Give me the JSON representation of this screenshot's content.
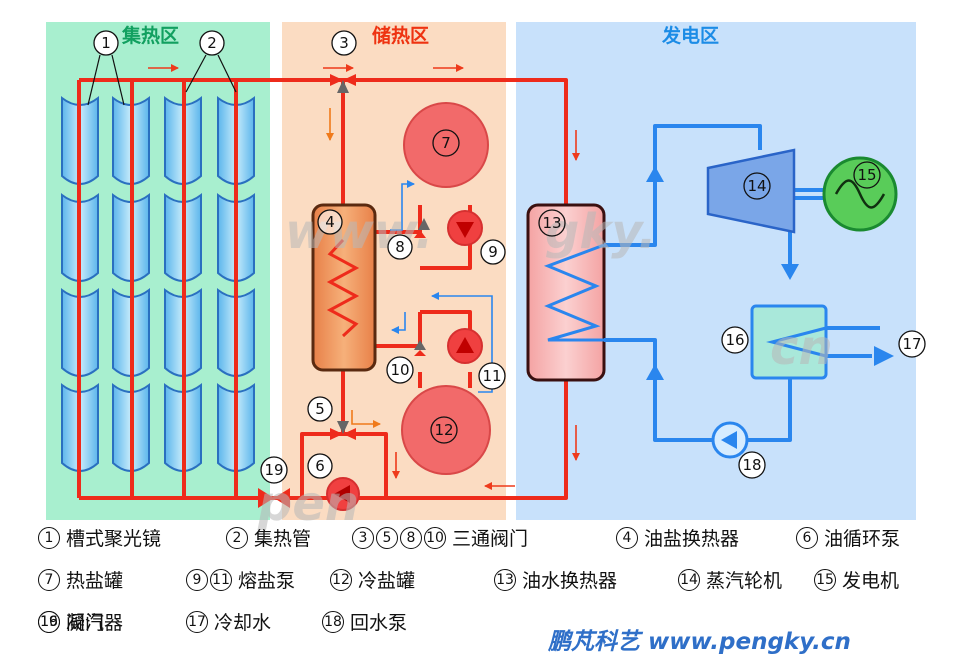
{
  "zones": {
    "collector": "集热区",
    "storage": "储热区",
    "power": "发电区"
  },
  "labels": {
    "n1": "1",
    "n2": "2",
    "n3": "3",
    "n4": "4",
    "n5": "5",
    "n6": "6",
    "n7": "7",
    "n8": "8",
    "n9": "9",
    "n10": "10",
    "n11": "11",
    "n12": "12",
    "n13": "13",
    "n14": "14",
    "n15": "15",
    "n16": "16",
    "n17": "17",
    "n18": "18",
    "n19": "19"
  },
  "legend": [
    [
      {
        "nums": [
          "1"
        ],
        "text": "槽式聚光镜"
      },
      {
        "nums": [
          "2"
        ],
        "text": "集热管"
      },
      {
        "nums": [
          "3",
          "5",
          "8",
          "10"
        ],
        "text": "三通阀门"
      },
      {
        "nums": [
          "4"
        ],
        "text": "油盐换热器"
      },
      {
        "nums": [
          "6"
        ],
        "text": "油循环泵"
      }
    ],
    [
      {
        "nums": [
          "7"
        ],
        "text": "热盐罐"
      },
      {
        "nums": [
          "9",
          "11"
        ],
        "text": "熔盐泵"
      },
      {
        "nums": [
          "12"
        ],
        "text": "冷盐罐"
      },
      {
        "nums": [
          "13"
        ],
        "text": "油水换热器"
      },
      {
        "nums": [
          "14"
        ],
        "text": "蒸汽轮机"
      },
      {
        "nums": [
          "15"
        ],
        "text": "发电机"
      }
    ],
    [
      {
        "nums": [
          "16"
        ],
        "text": "凝汽器"
      },
      {
        "nums": [
          "17"
        ],
        "text": "冷却水"
      },
      {
        "nums": [
          "18"
        ],
        "text": "回水泵"
      },
      {
        "nums": [
          "19"
        ],
        "text": "阀门"
      }
    ]
  ],
  "watermark": {
    "top": "www.",
    "mid": "gky.",
    "right": "cn",
    "bottom": "pen"
  },
  "footer": "鹏芃科艺 www.pengky.cn",
  "colors": {
    "collector_bg": "#a8efcf",
    "storage_bg": "#fbdcc2",
    "power_bg": "#c8e1fb",
    "oil_pipe": "#ee2b1b",
    "water_pipe": "#2a86ee",
    "hot_tank": "#f26a6a",
    "mirror": "#8fd0f3"
  }
}
